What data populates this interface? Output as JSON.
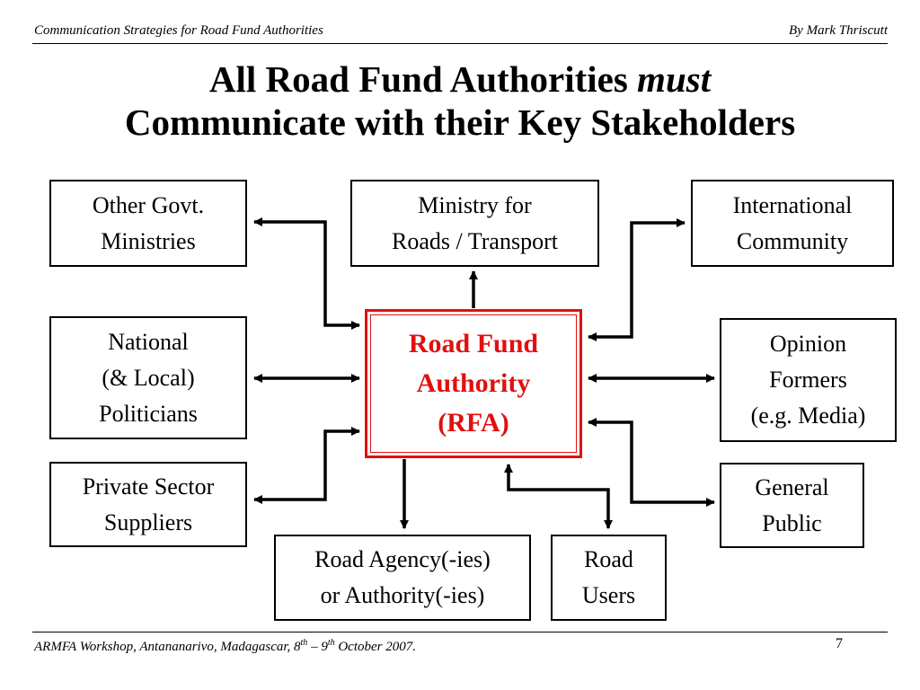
{
  "header": {
    "left": "Communication Strategies for Road Fund Authorities",
    "right": "By Mark Thriscutt"
  },
  "title": {
    "line1_a": "All Road Fund Authorities ",
    "line1_b": "must",
    "line2": "Communicate with their Key Stakeholders"
  },
  "center": {
    "line1": "Road Fund",
    "line2": "Authority",
    "line3": "(RFA)"
  },
  "stakeholders": {
    "other_govt": {
      "line1": "Other Govt.",
      "line2": "Ministries"
    },
    "ministry": {
      "line1": "Ministry for",
      "line2": "Roads / Transport"
    },
    "international": {
      "line1": "International",
      "line2": "Community"
    },
    "politicians": {
      "line1": "National",
      "line2": "(& Local)",
      "line3": "Politicians"
    },
    "opinion": {
      "line1": "Opinion",
      "line2": "Formers",
      "line3": "(e.g. Media)"
    },
    "private": {
      "line1": "Private Sector",
      "line2": "Suppliers"
    },
    "public": {
      "line1": "General",
      "line2": "Public"
    },
    "agency": {
      "line1": "Road Agency(-ies)",
      "line2": "or Authority(-ies)"
    },
    "users": {
      "line1": "Road",
      "line2": "Users"
    }
  },
  "footer": {
    "text_a": "ARMFA Workshop, Antananarivo, Madagascar, 8",
    "sup_a": "th",
    "text_b": " – 9",
    "sup_b": "th",
    "text_c": " October 2007.",
    "page_number": "7"
  },
  "colors": {
    "center_text": "#e01010",
    "center_border": "#e01010",
    "lines": "#000000"
  }
}
